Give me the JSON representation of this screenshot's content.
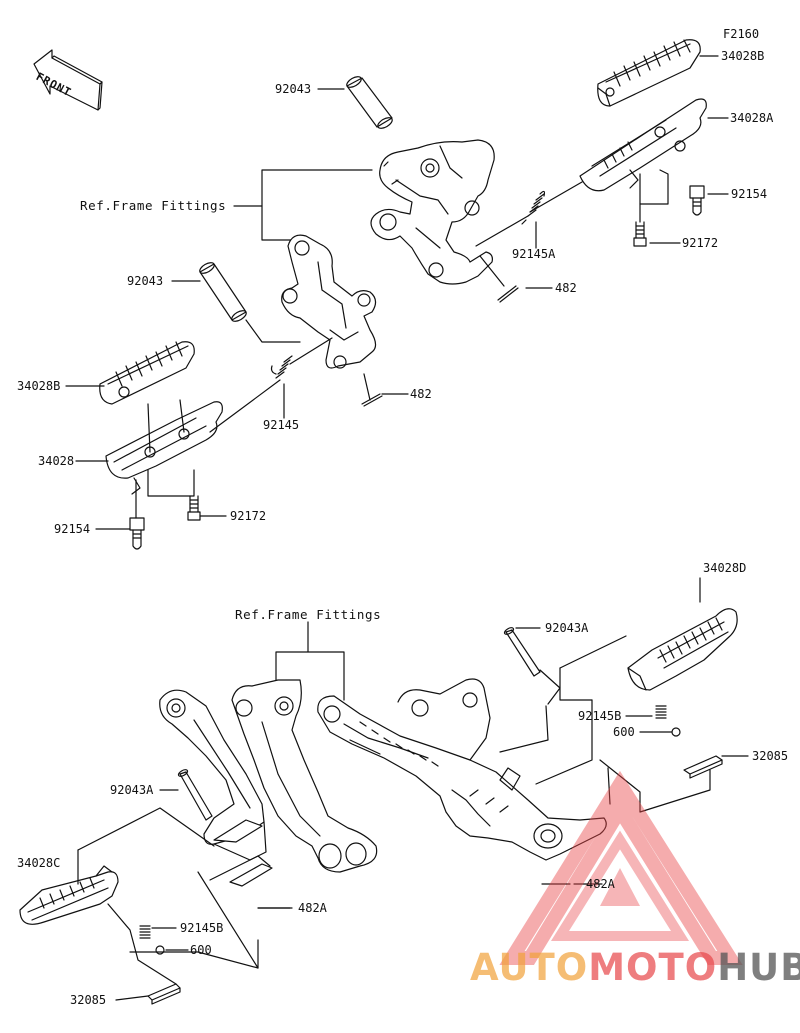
{
  "diagram": {
    "code": "F2160",
    "front_label": "FRONT",
    "upper": {
      "ref_label": "Ref.Frame Fittings",
      "labels": {
        "92043_right": "92043",
        "34028B_right": "34028B",
        "34028A": "34028A",
        "92154_right": "92154",
        "92172_right": "92172",
        "92145A": "92145A",
        "482_right": "482",
        "92043_left": "92043",
        "34028B_left": "34028B",
        "34028": "34028",
        "92145": "92145",
        "482_left": "482",
        "92154_left": "92154",
        "92172_left": "92172"
      }
    },
    "lower": {
      "ref_label": "Ref.Frame Fittings",
      "labels": {
        "34028D": "34028D",
        "92043A_right": "92043A",
        "92145B_right": "92145B",
        "600_right": "600",
        "32085_right": "32085",
        "482A_right": "482A",
        "92043A_left": "92043A",
        "34028C": "34028C",
        "482A_left": "482A",
        "92145B_left": "92145B",
        "600_left": "600",
        "32085_left": "32085"
      }
    },
    "watermark": {
      "text_part1": "AUTO",
      "text_part2": "MOTO",
      "text_part3": "HUB",
      "color_red": "#e8474a",
      "color_orange": "#f2a23a",
      "color_dark": "#555555"
    }
  }
}
